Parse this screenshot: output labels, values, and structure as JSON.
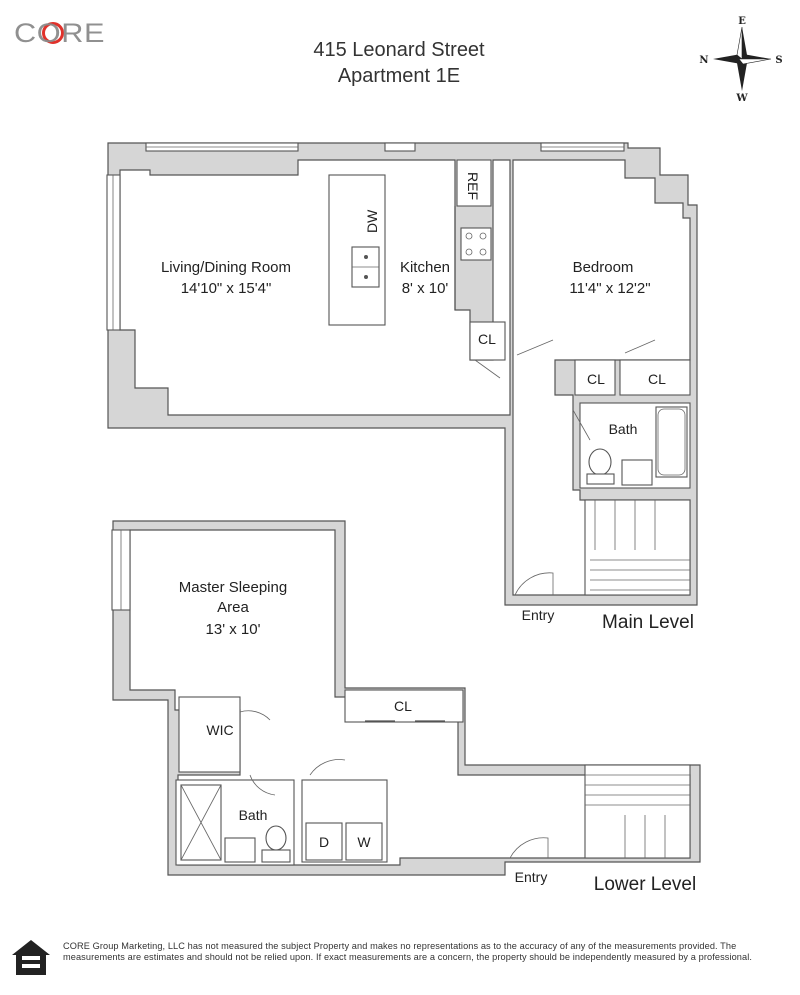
{
  "brand": {
    "logo_text": "CORE"
  },
  "header": {
    "address": "415 Leonard Street",
    "unit": "Apartment 1E"
  },
  "compass": {
    "north": "N",
    "south": "S",
    "east": "E",
    "west": "W"
  },
  "main_level": {
    "label": "Main Level",
    "rooms": {
      "living_name": "Living/Dining Room",
      "living_dims": "14'10\" x 15'4\"",
      "kitchen_name": "Kitchen",
      "kitchen_dims": "8' x 10'",
      "bedroom_name": "Bedroom",
      "bedroom_dims": "11'4\" x 12'2\"",
      "bath": "Bath",
      "closet_1": "CL",
      "closet_2": "CL",
      "closet_3": "CL",
      "dishwasher": "DW",
      "refrigerator": "REF",
      "entry": "Entry"
    }
  },
  "lower_level": {
    "label": "Lower Level",
    "rooms": {
      "master_line1": "Master Sleeping",
      "master_line2": "Area",
      "master_dims": "13' x 10'",
      "wic": "WIC",
      "closet": "CL",
      "bath": "Bath",
      "dryer": "D",
      "washer": "W",
      "entry": "Entry"
    }
  },
  "disclaimer": "CORE Group Marketing, LLC has not measured the subject Property and makes no representations as to the accuracy of any of the measurements provided. The measurements are estimates and should not be relied upon. If exact measurements are a concern, the property should be independently measured by a professional.",
  "colors": {
    "wall_fill": "#d6d6d6",
    "logo_accent": "#e0312a",
    "logo_gray": "#8a8a8a"
  }
}
